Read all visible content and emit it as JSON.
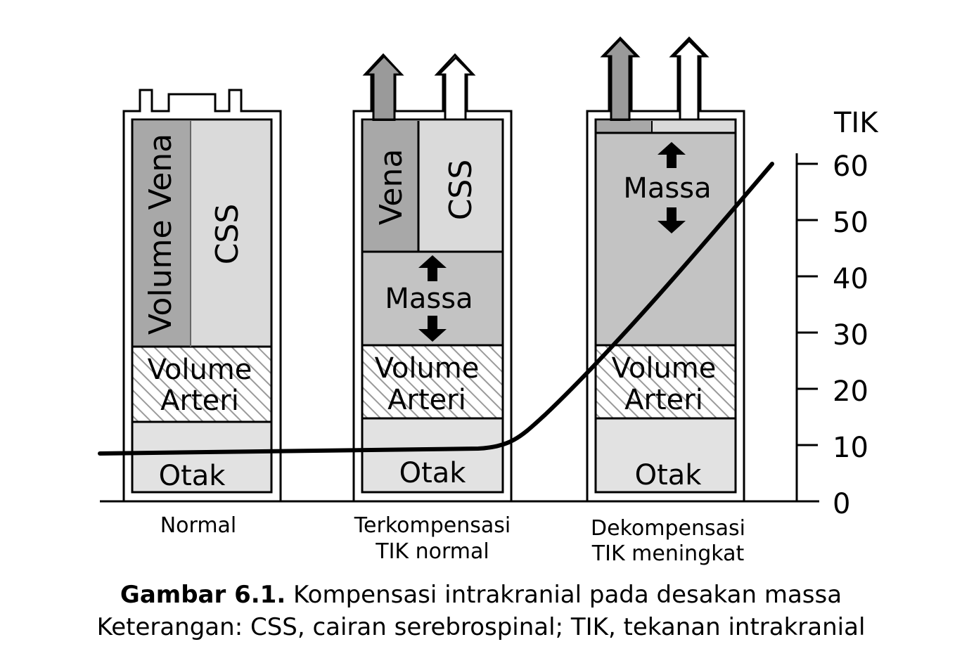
{
  "columns": [
    {
      "id": "normal",
      "state_label": "Normal",
      "state_label_line2": "",
      "vein_label": "Volume Vena",
      "csf_label": "CSS",
      "mass_label": "",
      "artery_label_line1": "Volume",
      "artery_label_line2": "Arteri",
      "brain_label": "Otak"
    },
    {
      "id": "compensated",
      "state_label": "Terkompensasi",
      "state_label_line2": "TIK normal",
      "vein_label": "Vena",
      "csf_label": "CSS",
      "mass_label": "Massa",
      "artery_label_line1": "Volume",
      "artery_label_line2": "Arteri",
      "brain_label": "Otak"
    },
    {
      "id": "decompensated",
      "state_label": "Dekompensasi",
      "state_label_line2": "TIK meningkat",
      "vein_label": "",
      "csf_label": "",
      "mass_label": "Massa",
      "artery_label_line1": "Volume",
      "artery_label_line2": "Arteri",
      "brain_label": "Otak"
    }
  ],
  "axis": {
    "title": "TIK",
    "ticks": [
      "0",
      "10",
      "20",
      "30",
      "40",
      "50",
      "60"
    ]
  },
  "colors": {
    "vein": "#a8a8a8",
    "csf": "#dadada",
    "mass": "#c3c3c3",
    "brain": "#e2e2e2",
    "arrow_gray": "#9a9a9a",
    "hatch": "#9a9a9a",
    "ink": "#000000"
  },
  "caption": {
    "figure_number": "Gambar 6.1.",
    "title": "Kompensasi intrakranial pada desakan massa",
    "note": "Keterangan: CSS, cairan serebrospinal;  TIK, tekanan intrakranial"
  }
}
